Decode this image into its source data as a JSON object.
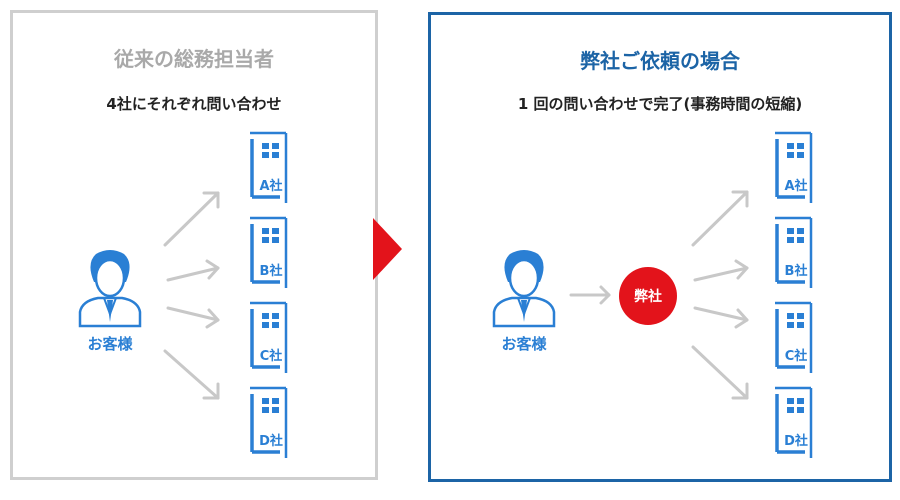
{
  "left_panel": {
    "title": "従来の総務担当者",
    "subtitle": "4社にそれぞれ問い合わせ",
    "customer_label": "お客様",
    "companies": [
      "A社",
      "B社",
      "C社",
      "D社"
    ]
  },
  "right_panel": {
    "title": "弊社ご依頼の場合",
    "subtitle": "1 回の問い合わせで完了(事務時間の短縮)",
    "customer_label": "お客様",
    "hub_label": "弊社",
    "companies": [
      "A社",
      "B社",
      "C社",
      "D社"
    ]
  },
  "colors": {
    "icon_blue": "#2a7fd4",
    "arrow_gray": "#c8c8c8",
    "left_border": "#cfcfcf",
    "right_border": "#1c64a6",
    "left_title": "#a9a9a9",
    "accent_red": "#e3131b"
  }
}
